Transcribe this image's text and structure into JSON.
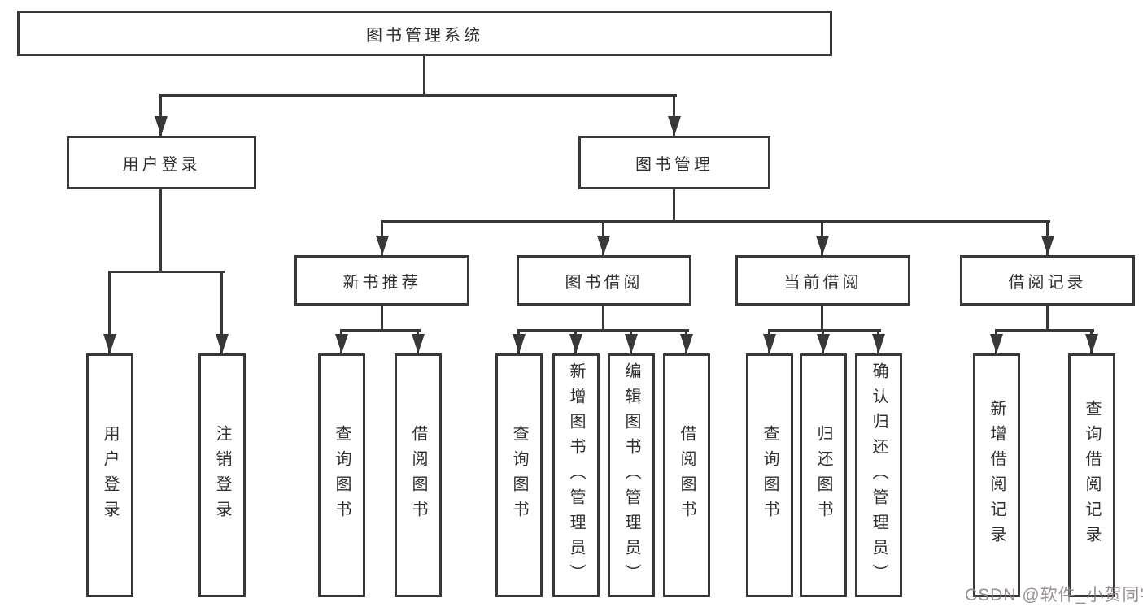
{
  "colors": {
    "line": "#383838",
    "box_border": "#383838",
    "text": "#2f2f2f",
    "background": "#ffffff",
    "watermark": "#8e8486"
  },
  "nodes": {
    "root": {
      "label": "图书管理系统"
    },
    "level1": [
      {
        "label": "用户登录"
      },
      {
        "label": "图书管理"
      }
    ],
    "level2": [
      {
        "label": "新书推荐",
        "parent": "图书管理"
      },
      {
        "label": "图书借阅",
        "parent": "图书管理"
      },
      {
        "label": "当前借阅",
        "parent": "图书管理"
      },
      {
        "label": "借阅记录",
        "parent": "图书管理"
      }
    ],
    "level3": [
      {
        "label": "用户登录",
        "parent": "用户登录"
      },
      {
        "label": "注销登录",
        "parent": "用户登录"
      },
      {
        "label": "查询图书",
        "parent": "新书推荐"
      },
      {
        "label": "借阅图书",
        "parent": "新书推荐"
      },
      {
        "label": "查询图书",
        "parent": "图书借阅"
      },
      {
        "label": "新增图书（管理员）",
        "parent": "图书借阅"
      },
      {
        "label": "编辑图书（管理员）",
        "parent": "图书借阅"
      },
      {
        "label": "借阅图书",
        "parent": "图书借阅"
      },
      {
        "label": "查询图书",
        "parent": "当前借阅"
      },
      {
        "label": "归还图书",
        "parent": "当前借阅"
      },
      {
        "label": "确认归还（管理员）",
        "parent": "当前借阅"
      },
      {
        "label": "新增借阅记录",
        "parent": "借阅记录"
      },
      {
        "label": "查询借阅记录",
        "parent": "借阅记录"
      }
    ]
  },
  "watermark": {
    "text": "CSDN @软件_小贺同学"
  }
}
